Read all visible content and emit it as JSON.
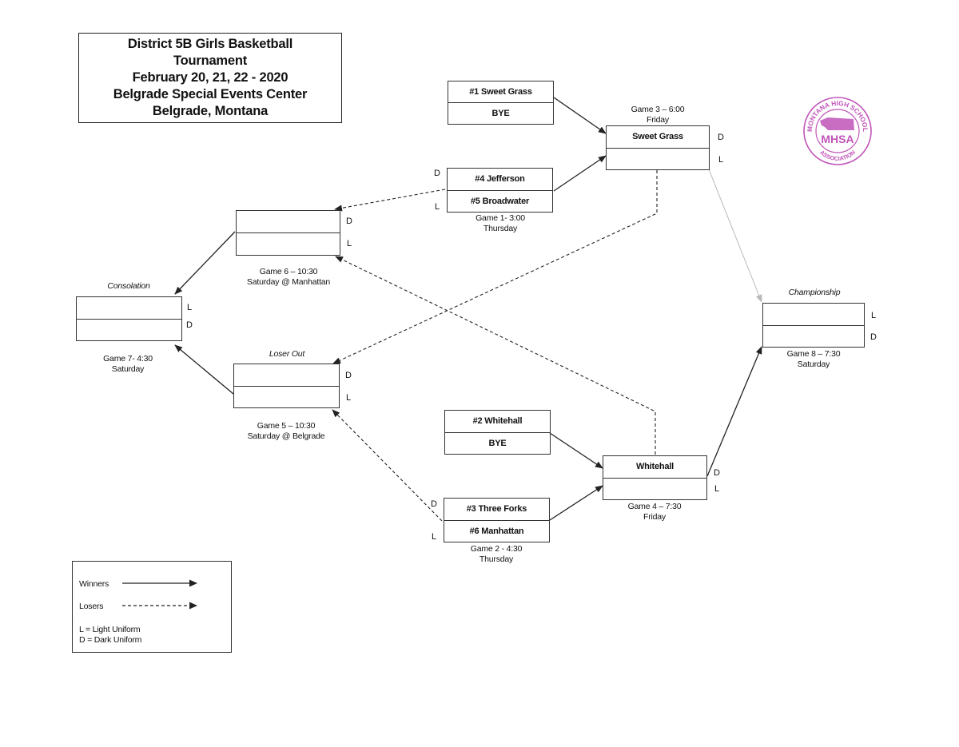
{
  "title": {
    "line1": "District 5B Girls Basketball",
    "line2": "Tournament",
    "line3": "February 20, 21, 22 - 2020",
    "line4": "Belgrade Special Events Center",
    "line5": "Belgrade, Montana"
  },
  "games": {
    "g1": {
      "top": "#4 Jefferson",
      "bottom": "#5 Broadwater",
      "line1": "Game 1- 3:00",
      "line2": "Thursday",
      "top_uniform": "D",
      "bottom_uniform": "L"
    },
    "g2": {
      "top": "#3 Three Forks",
      "bottom": "#6 Manhattan",
      "line1": "Game 2 - 4:30",
      "line2": "Thursday",
      "top_uniform": "D",
      "bottom_uniform": "L"
    },
    "bye1": {
      "top": "#1 Sweet Grass",
      "bottom": "BYE"
    },
    "bye2": {
      "top": "#2 Whitehall",
      "bottom": "BYE"
    },
    "g3": {
      "top": "Sweet Grass",
      "bottom": "",
      "line1": "Game 3 – 6:00",
      "line2": "Friday",
      "top_uniform": "D",
      "bottom_uniform": "L"
    },
    "g4": {
      "top": "Whitehall",
      "bottom": "",
      "line1": "Game 4 – 7:30",
      "line2": "Friday",
      "top_uniform": "D",
      "bottom_uniform": "L"
    },
    "g5": {
      "top": "",
      "bottom": "",
      "heading": "Loser Out",
      "line1": "Game 5 – 10:30",
      "line2": "Saturday @ Belgrade",
      "top_uniform": "D",
      "bottom_uniform": "L"
    },
    "g6": {
      "top": "",
      "bottom": "",
      "line1": "Game 6 – 10:30",
      "line2": "Saturday @ Manhattan",
      "top_uniform": "D",
      "bottom_uniform": "L"
    },
    "g7": {
      "top": "",
      "bottom": "",
      "heading": "Consolation",
      "line1": "Game 7- 4:30",
      "line2": "Saturday",
      "top_uniform": "L",
      "bottom_uniform": "D"
    },
    "g8": {
      "top": "",
      "bottom": "",
      "heading": "Championship",
      "line1": "Game 8 – 7:30",
      "line2": "Saturday",
      "top_uniform": "L",
      "bottom_uniform": "D"
    }
  },
  "legend": {
    "winners": "Winners",
    "losers": "Losers",
    "light": "L = Light Uniform",
    "dark": "D = Dark Uniform"
  },
  "logo": {
    "arc_text": "MONTANA HIGH SCHOOL",
    "center_text": "MHSA",
    "bottom_text": "ASSOCIATION",
    "color": "#c054b8"
  }
}
